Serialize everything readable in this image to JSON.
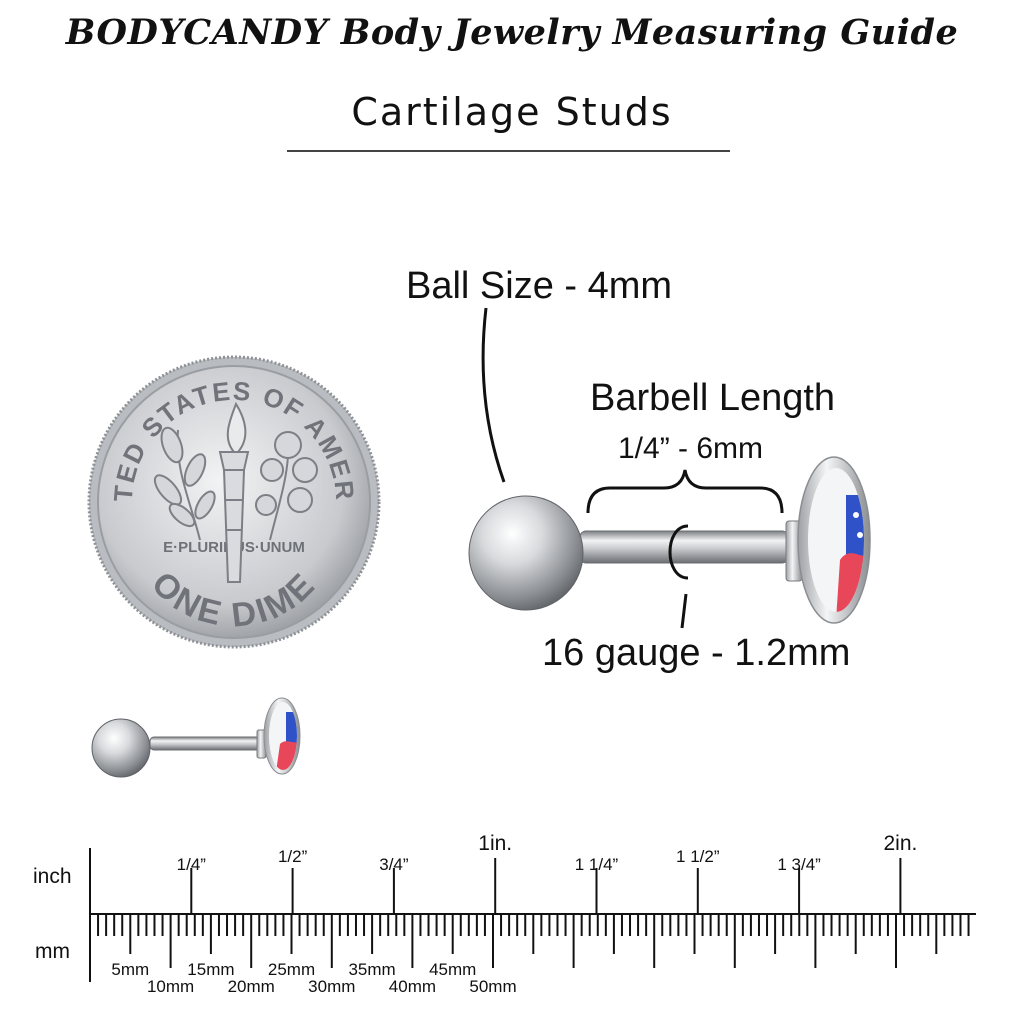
{
  "header": {
    "title": "BODYCANDY Body Jewelry Measuring Guide",
    "subtitle": "Cartilage Studs"
  },
  "dime": {
    "top_text": "UNITED STATES OF AMERICA",
    "motto": "E·PLURIBUS·UNUM",
    "bottom_text": "ONE DIME"
  },
  "callouts": {
    "ball_size": "Ball Size - 4mm",
    "barbell_length_title": "Barbell Length",
    "barbell_length_value": "1/4” - 6mm",
    "gauge": "16 gauge - 1.2mm"
  },
  "ruler": {
    "inch_unit": "inch",
    "mm_unit": "mm",
    "inch_labels": [
      "1/4”",
      "1/2”",
      "3/4”",
      "1in.",
      "1 1/4”",
      "1 1/2”",
      "1 3/4”",
      "2in."
    ],
    "mm_labels": [
      "5mm",
      "10mm",
      "15mm",
      "20mm",
      "25mm",
      "30mm",
      "35mm",
      "40mm",
      "45mm",
      "50mm"
    ]
  },
  "colors": {
    "flag_red": "#e8475a",
    "flag_blue": "#2f52c9",
    "steel_dark": "#6d7074",
    "steel_light": "#f4f5f6"
  }
}
